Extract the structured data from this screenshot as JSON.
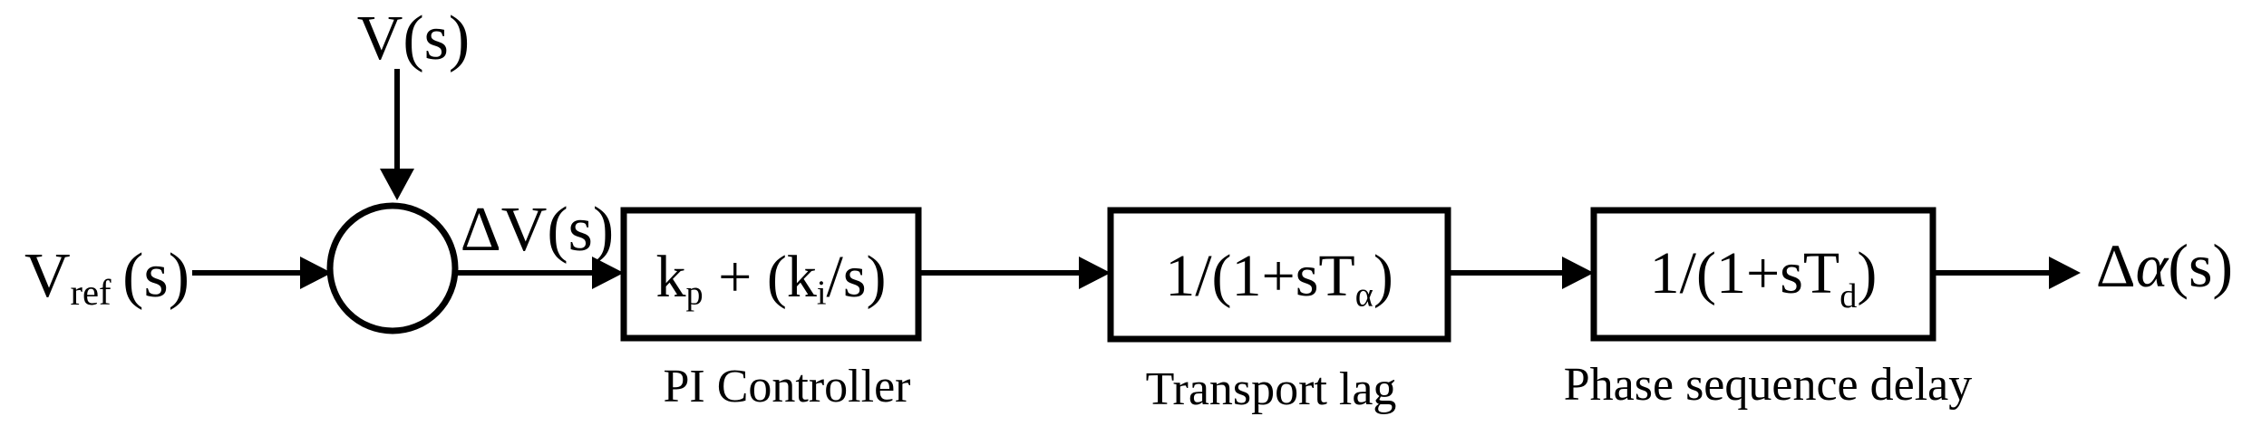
{
  "diagram": {
    "colors": {
      "line": "#000000",
      "background": "#ffffff"
    },
    "disturbance_input": {
      "label": "V(s)"
    },
    "reference_input": {
      "base": "V",
      "sub": "ref",
      "rest": "(s)"
    },
    "error_signal": {
      "label": "ΔV(s)"
    },
    "output_signal": {
      "d0": "Δ",
      "d1": "α",
      "d2": "(s)"
    },
    "blocks": [
      {
        "formula": {
          "f0": "k",
          "f1": "p",
          "f2": " + (k",
          "f3": "i",
          "f4": "/s)"
        },
        "caption": "PI Controller"
      },
      {
        "formula": {
          "f0": "1/(1+sT",
          "f1": "α",
          "f2": ")"
        },
        "caption": "Transport lag"
      },
      {
        "formula": {
          "f0": "1/(1+sT",
          "f1": "d",
          "f2": ")"
        },
        "caption": "Phase sequence delay"
      }
    ]
  }
}
